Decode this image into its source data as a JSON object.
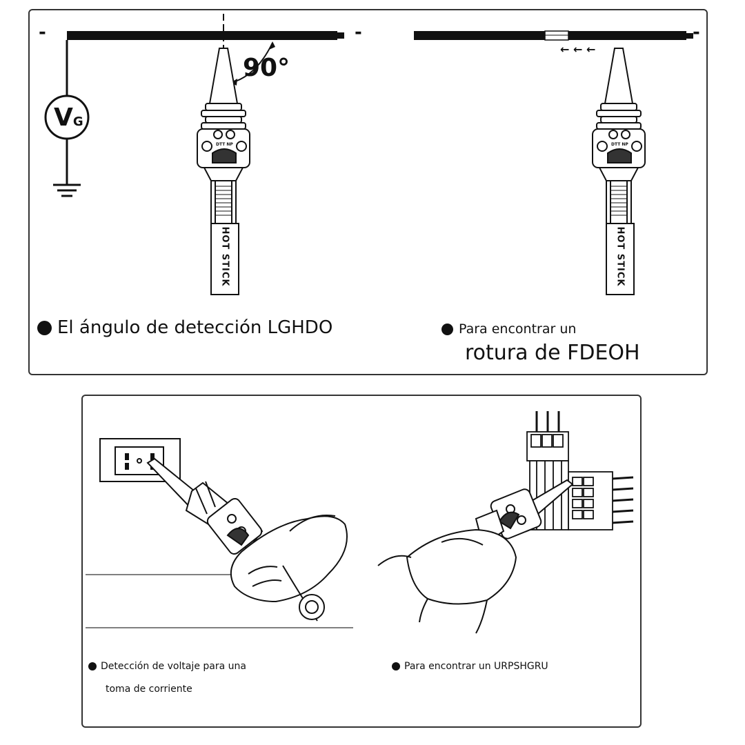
{
  "top_panel": {
    "left": {
      "minus_left": "-",
      "minus_right": "-",
      "angle": "90°",
      "meter_v": "V",
      "meter_sub": "G",
      "stick_text": "HOT STICK",
      "device_text": "DTT NP",
      "caption": "El ángulo de detección LGHDO"
    },
    "right": {
      "minus": "-",
      "arrows": "← ← ←",
      "stick_text": "HOT STICK",
      "device_text": "DTT NP",
      "caption_line1": "Para encontrar un",
      "caption_line2": "rotura de FDEOH"
    }
  },
  "bottom_panel": {
    "left_caption_line1": "Detección de voltaje para una",
    "left_caption_line2": "toma de corriente",
    "right_caption": "Para encontrar un URPSHGRU"
  }
}
